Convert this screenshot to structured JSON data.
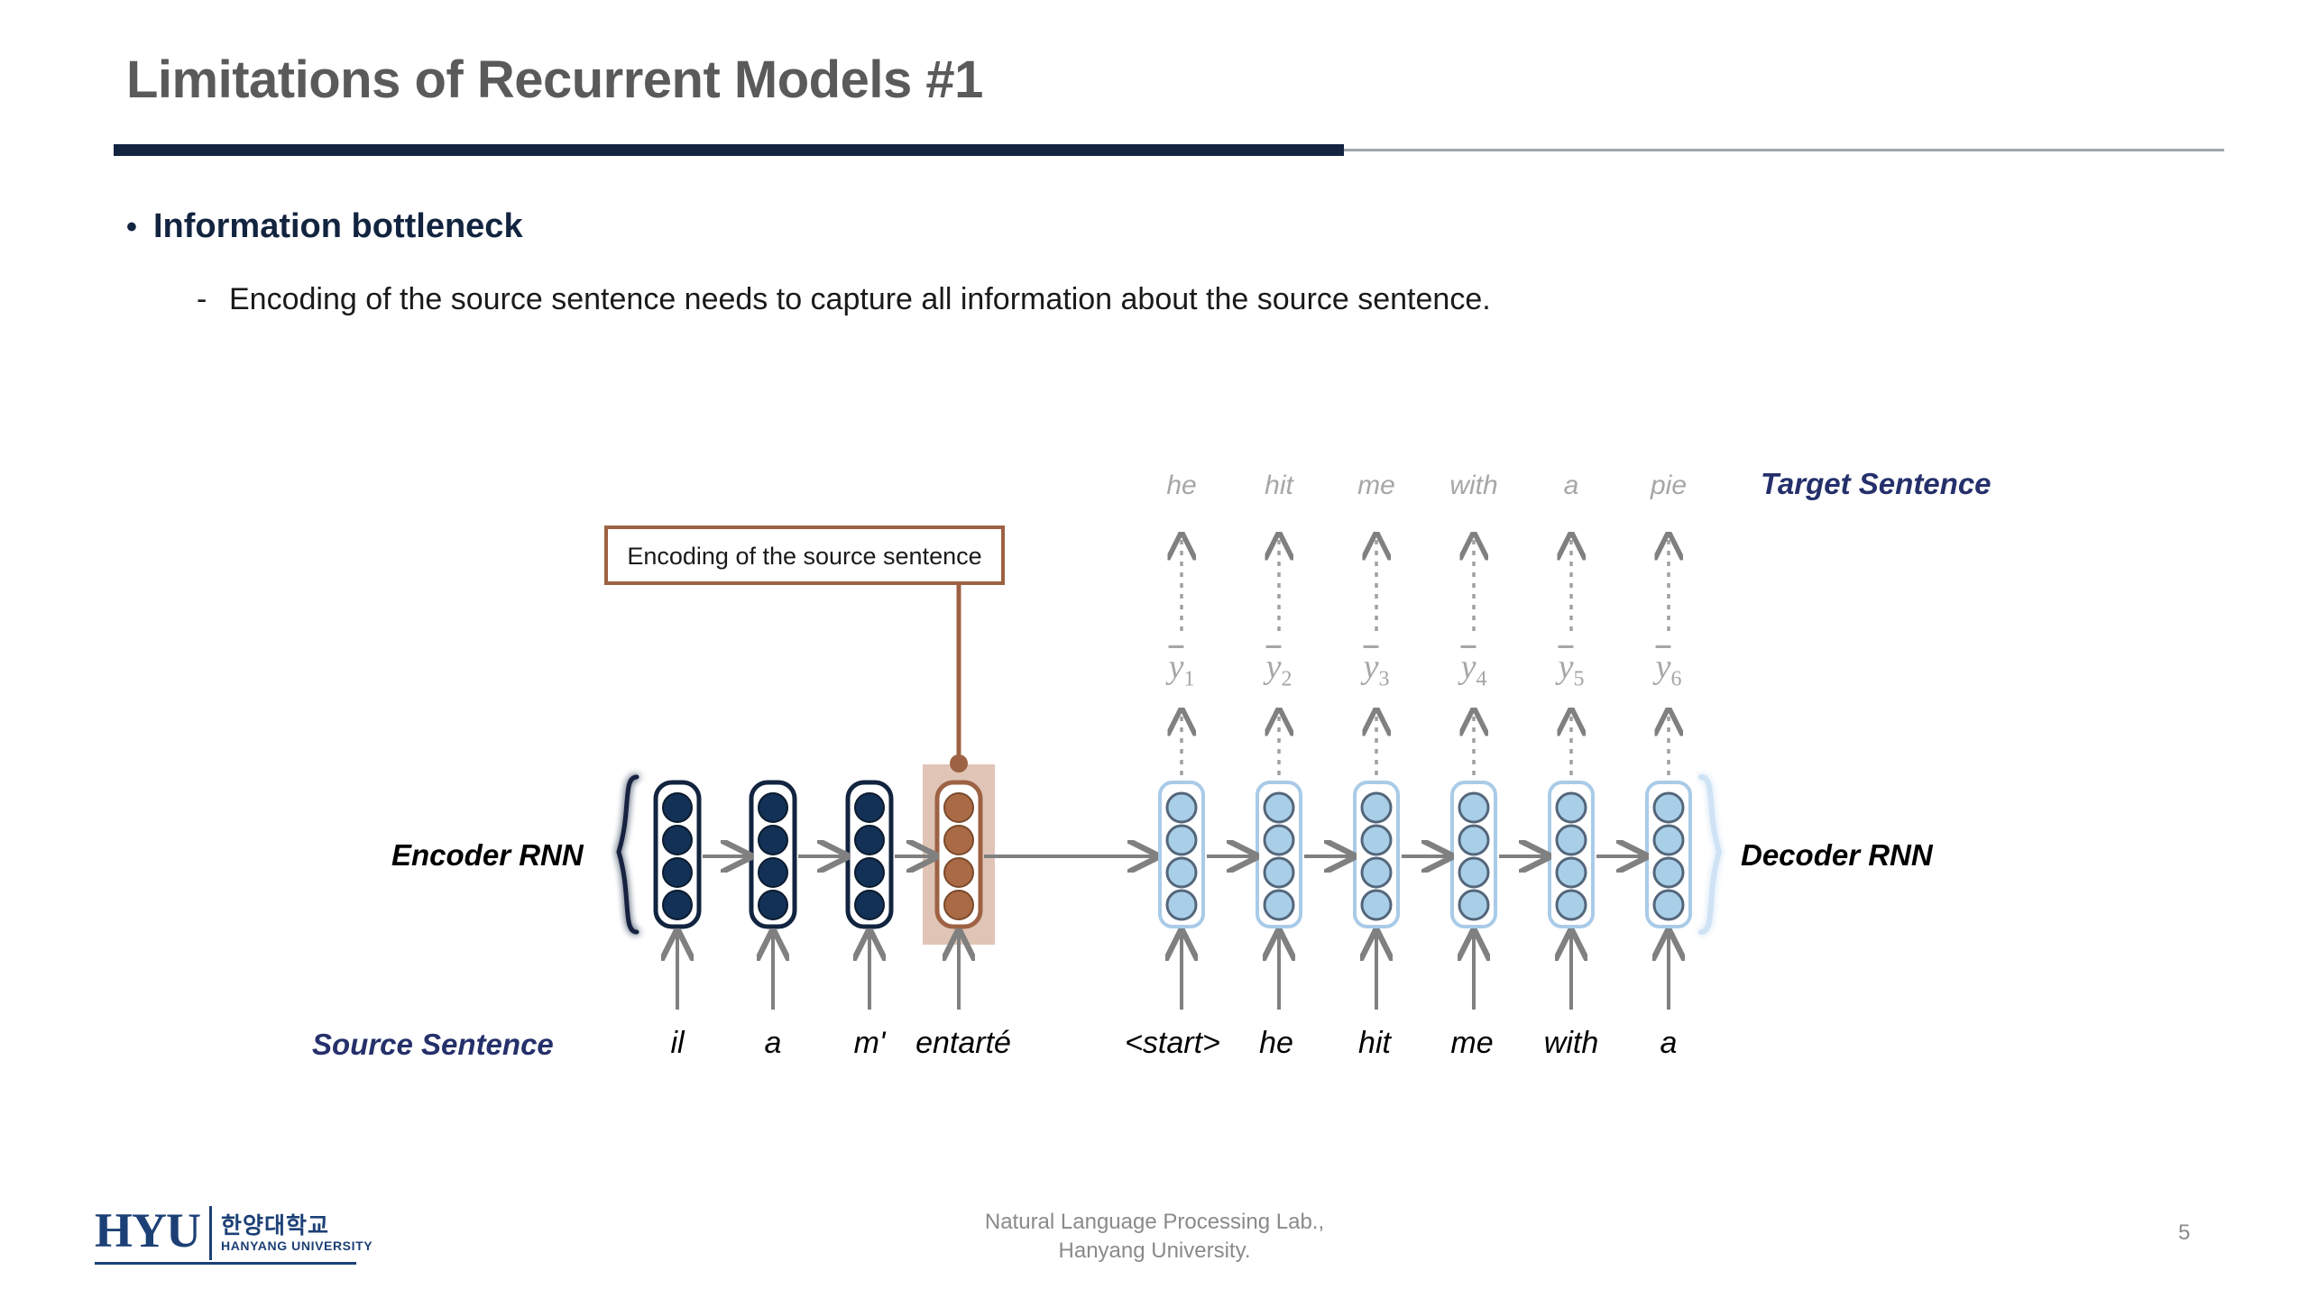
{
  "slide": {
    "title": "Limitations of Recurrent Models #1",
    "title_color": "#5a5a5a",
    "rule_color": "#12243f",
    "page_number": "5"
  },
  "bullets": {
    "level1_marker": "•",
    "level1_text": "Information bottleneck",
    "level1_color": "#12243f",
    "level2_marker": "-",
    "level2_text": "Encoding of the source sentence needs to capture all information about the source sentence."
  },
  "diagram": {
    "callout": {
      "text": "Encoding of the source sentence",
      "border_color": "#9d6244"
    },
    "encoder_label": "Encoder RNN",
    "decoder_label": "Decoder RNN",
    "source_sentence_label": "Source Sentence",
    "target_sentence_label": "Target Sentence",
    "label_accent_color": "#25306b",
    "encoder_color": "#12243f",
    "encoder_node_color": "#133156",
    "decoder_color": "#a9cbe8",
    "decoder_node_color": "#a9cfe8",
    "highlight_color": "#9d6244",
    "highlight_bg_color": "#e0c5b6",
    "arrow_color": "#808080",
    "encoder_inputs": [
      "il",
      "a",
      "m'",
      "entarté"
    ],
    "decoder_inputs": [
      "<start>",
      "he",
      "hit",
      "me",
      "with",
      "a"
    ],
    "predictions": [
      "ŷ₁",
      "ŷ₂",
      "ŷ₃",
      "ŷ₄",
      "ŷ₅",
      "ŷ₆"
    ],
    "prediction_bases": [
      "y",
      "y",
      "y",
      "y",
      "y",
      "y"
    ],
    "prediction_subs": [
      "1",
      "2",
      "3",
      "4",
      "5",
      "6"
    ],
    "target_words": [
      "he",
      "hit",
      "me",
      "with",
      "a",
      "pie"
    ],
    "highlighted_cell_index": 3
  },
  "footer": {
    "line1": "Natural Language Processing Lab.,",
    "line2": "Hanyang University.",
    "logo_main": "HYU",
    "logo_kr": "한양대학교",
    "logo_en": "HANYANG UNIVERSITY",
    "logo_color": "#1c4076"
  }
}
